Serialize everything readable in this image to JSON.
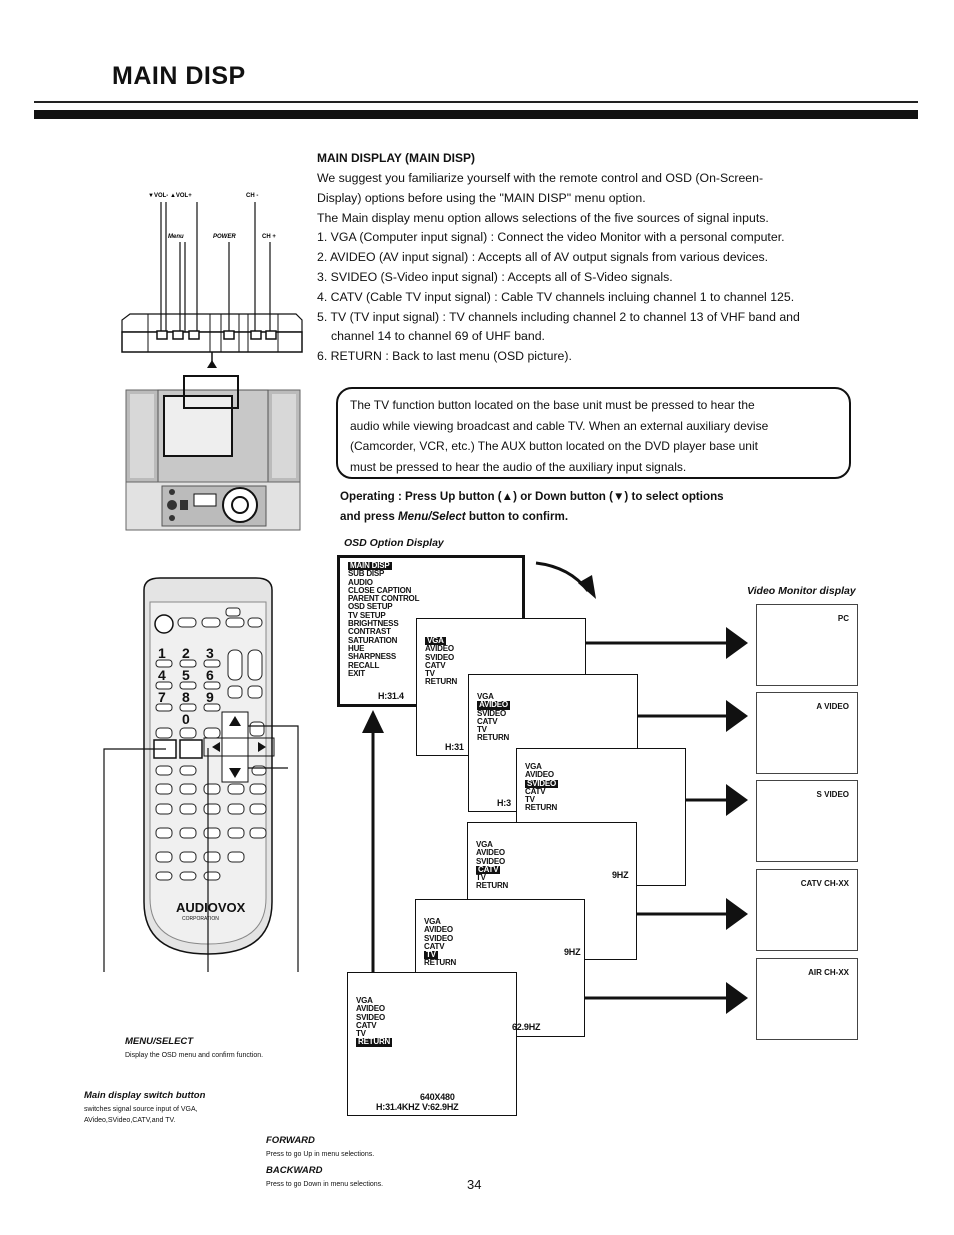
{
  "page": {
    "title": "MAIN DISP",
    "page_number": "34"
  },
  "section": {
    "heading": "MAIN DISPLAY (MAIN DISP)",
    "intro": [
      "We suggest you familiarize yourself with the remote control and OSD (On-Screen-",
      "Display) options before using the \"MAIN DISP\" menu option.",
      "The Main display menu option allows selections of the five sources of signal inputs."
    ],
    "items": [
      "1. VGA (Computer input signal) : Connect the video Monitor with a personal computer.",
      "2. AVIDEO (AV input signal) : Accepts all of AV output signals from various devices.",
      "3. SVIDEO (S-Video input signal) : Accepts all of S-Video signals.",
      "4. CATV (Cable TV input signal) : Cable TV channels incluing channel 1 to channel 125.",
      "5. TV (TV input signal) : TV channels including channel 2 to channel 13 of VHF band and",
      "channel 14 to channel 69 of UHF band.",
      "6. RETURN : Back to last menu (OSD picture)."
    ]
  },
  "note": {
    "lines": [
      "The TV function button located on the base unit must be pressed to hear the",
      "audio while viewing broadcast and cable TV.  When an external auxiliary devise",
      "(Camcorder, VCR, etc.) The AUX button located on the DVD player base unit",
      "must be pressed to hear the audio of the auxiliary input signals."
    ]
  },
  "operating": {
    "line1": "Operating : Press Up button (▲) or Down button (▼) to select options",
    "line2_prefix": "and press ",
    "line2_emph": "Menu/Select",
    "line2_suffix": " button to confirm."
  },
  "base_unit": {
    "labels": {
      "vol": "▼VOL- ▲VOL+",
      "ch_minus": "CH -",
      "menu": "Menu",
      "power": "POWER",
      "ch_plus": "CH +"
    }
  },
  "osd": {
    "label": "OSD Option Display",
    "main_menu": [
      "MAIN DISP",
      "SUB DISP",
      "AUDIO",
      "CLOSE CAPTION",
      "PARENT CONTROL",
      "OSD SETUP",
      "TV SETUP",
      "BRIGHTNESS",
      "CONTRAST",
      "SATURATION",
      "HUE",
      "SHARPNESS",
      "RECALL",
      "EXIT"
    ],
    "sources": [
      "VGA",
      "AVIDEO",
      "SVIDEO",
      "CATV",
      "TV",
      "RETURN"
    ],
    "freq_line1": "640X480",
    "freq_line2": "H:31.4KHZ V:62.9HZ",
    "partial_freqs": [
      "H:31.4",
      "H:31",
      "H:3",
      "9HZ",
      "9HZ",
      "62.9HZ"
    ]
  },
  "video_monitor": {
    "label": "Video Monitor display",
    "screens": [
      "PC",
      "A VIDEO",
      "S VIDEO",
      "CATV CH-XX",
      "AIR CH-XX"
    ]
  },
  "remote": {
    "brand": "AUDIOVOX",
    "sub": "CORPORATION"
  },
  "captions": {
    "menu_select_title": "MENU/SELECT",
    "menu_select_desc": "Display the OSD menu and confirm function.",
    "main_switch_title": "Main display switch button",
    "main_switch_desc1": "switches signal source input of VGA,",
    "main_switch_desc2": "AVideo,SVideo,CATV,and TV.",
    "forward_title": "FORWARD",
    "forward_desc": "Press to go Up in menu selections.",
    "backward_title": "BACKWARD",
    "backward_desc": "Press to go Down in menu selections."
  },
  "colors": {
    "ink": "#111111",
    "paper": "#ffffff",
    "device_gray": "#c8c8c8"
  }
}
